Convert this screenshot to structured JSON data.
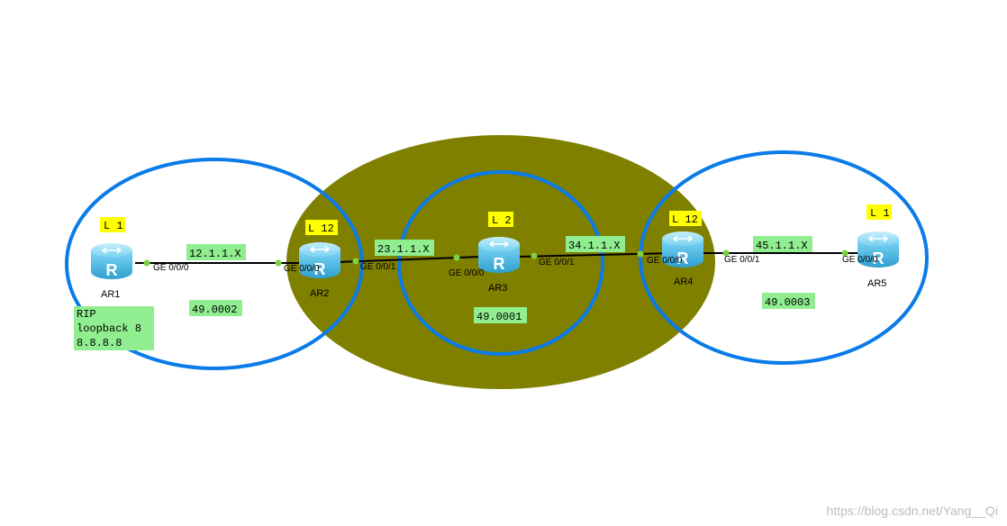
{
  "routers": [
    {
      "id": "AR1",
      "name": "AR1",
      "level": "L 1"
    },
    {
      "id": "AR2",
      "name": "AR2",
      "level": "L 12"
    },
    {
      "id": "AR3",
      "name": "AR3",
      "level": "L 2"
    },
    {
      "id": "AR4",
      "name": "AR4",
      "level": "L 12"
    },
    {
      "id": "AR5",
      "name": "AR5",
      "level": "L 1"
    }
  ],
  "links": [
    {
      "from": "AR1",
      "to": "AR2",
      "subnet": "12.1.1.X",
      "from_port": "GE 0/0/0",
      "to_port": "GE 0/0/0"
    },
    {
      "from": "AR2",
      "to": "AR3",
      "subnet": "23.1.1.X",
      "from_port": "GE 0/0/1",
      "to_port": "GE 0/0/0"
    },
    {
      "from": "AR3",
      "to": "AR4",
      "subnet": "34.1.1.X",
      "from_port": "GE 0/0/1",
      "to_port": "GE 0/0/0"
    },
    {
      "from": "AR4",
      "to": "AR5",
      "subnet": "45.1.1.X",
      "from_port": "GE 0/0/1",
      "to_port": "GE 0/0/0"
    }
  ],
  "areas": {
    "left": "49.0002",
    "middle": "49.0001",
    "right": "49.0003"
  },
  "note": {
    "lines": [
      "RIP",
      "loopback 8",
      "8.8.8.8"
    ]
  },
  "watermark": "https://blog.csdn.net/Yang__Qi",
  "colors": {
    "area_outline": "#0a7be8",
    "backbone_fill": "#7f7f00",
    "label_green": "#90ee90",
    "level_yellow": "#ffff00",
    "router_body": "#5ec9f0",
    "link_line": "#000000",
    "port_dot": "#7fd23f"
  }
}
